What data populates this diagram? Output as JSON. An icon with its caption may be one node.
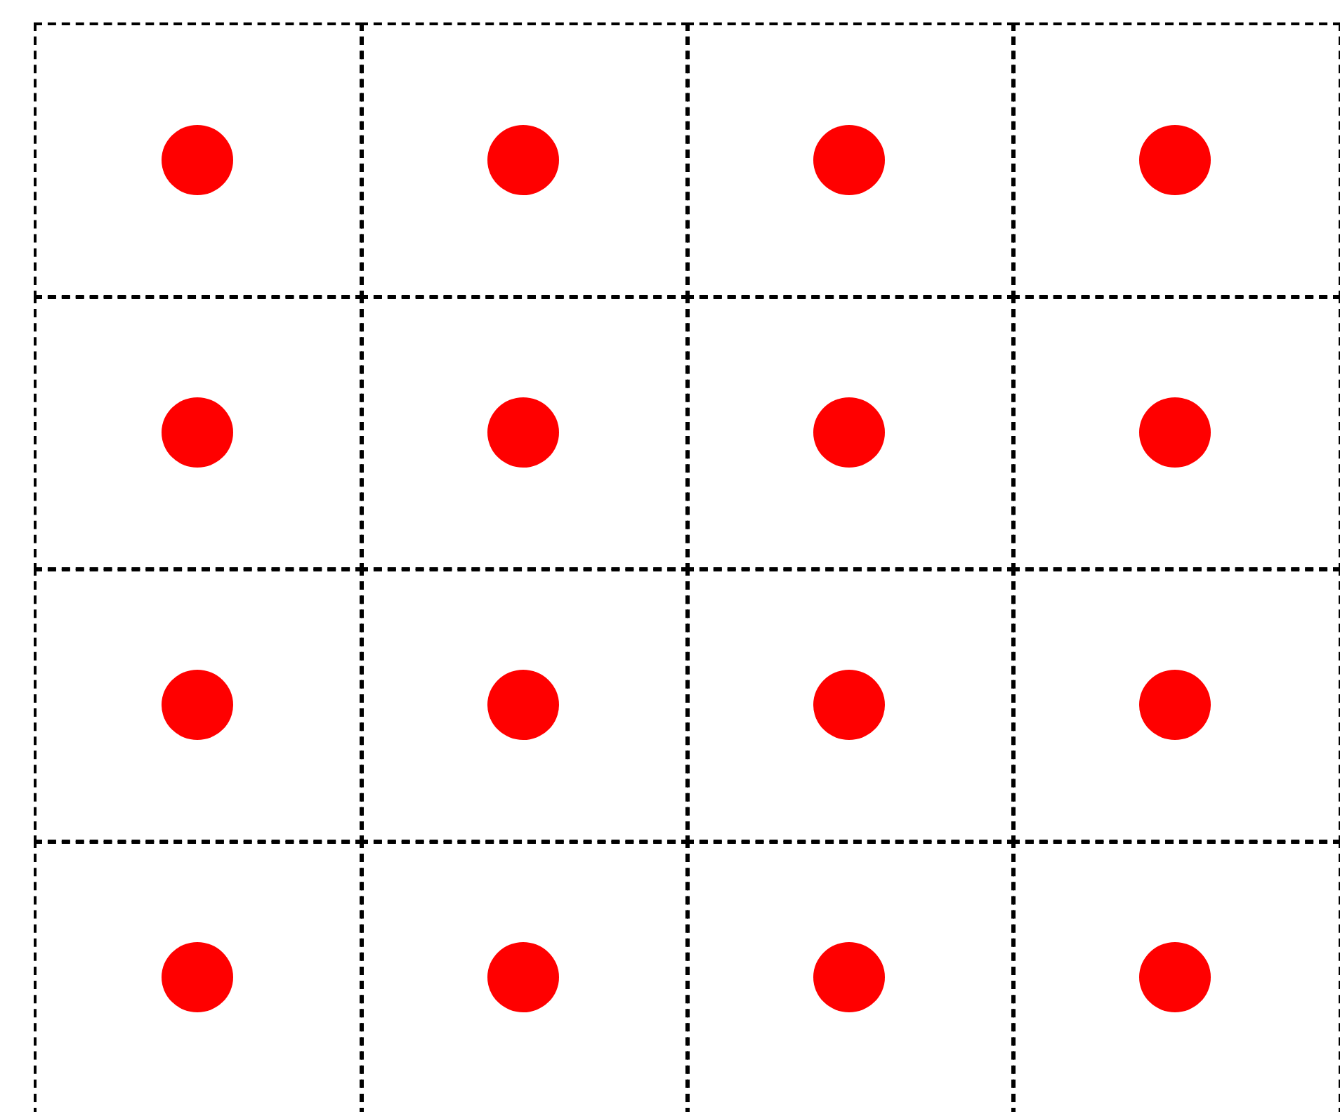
{
  "diagram": {
    "nodes": [
      {
        "text": [],
        "shape": "box"
      },
      {
        "text": [],
        "shape": "circle",
        "in": 0
      },
      {
        "text": [],
        "shape": "box"
      },
      {
        "text": [],
        "shape": "circle",
        "in": 2
      },
      {
        "text": [],
        "shape": "box"
      },
      {
        "text": [],
        "shape": "circle",
        "in": 4
      },
      {
        "text": [],
        "shape": "box"
      },
      {
        "text": [],
        "shape": "circle",
        "in": 6
      },
      {
        "text": [],
        "shape": "box"
      },
      {
        "text": [],
        "shape": "circle",
        "in": 8
      },
      {
        "text": [],
        "shape": "box"
      },
      {
        "text": [],
        "shape": "circle",
        "in": 10
      },
      {
        "text": [],
        "shape": "box"
      },
      {
        "text": [],
        "shape": "circle",
        "in": 12
      },
      {
        "text": [],
        "shape": "box"
      },
      {
        "text": [],
        "shape": "circle",
        "in": 14
      },
      {
        "text": [],
        "shape": "box"
      },
      {
        "text": [],
        "shape": "circle",
        "in": 16
      },
      {
        "text": [],
        "shape": "box"
      },
      {
        "text": [],
        "shape": "circle",
        "in": 18
      },
      {
        "text": [],
        "shape": "box"
      },
      {
        "text": [],
        "shape": "circle",
        "in": 20
      },
      {
        "text": [],
        "shape": "box"
      },
      {
        "text": [],
        "shape": "circle",
        "in": 22
      },
      {
        "text": [],
        "shape": "box"
      },
      {
        "text": [],
        "shape": "circle",
        "in": 24
      },
      {
        "text": [],
        "shape": "box"
      },
      {
        "text": [],
        "shape": "circle",
        "in": 26
      },
      {
        "text": [],
        "shape": "box"
      },
      {
        "text": [],
        "shape": "circle",
        "in": 28
      },
      {
        "text": [],
        "shape": "box"
      },
      {
        "text": [],
        "shape": "circle",
        "in": 30
      }
    ]
  }
}
